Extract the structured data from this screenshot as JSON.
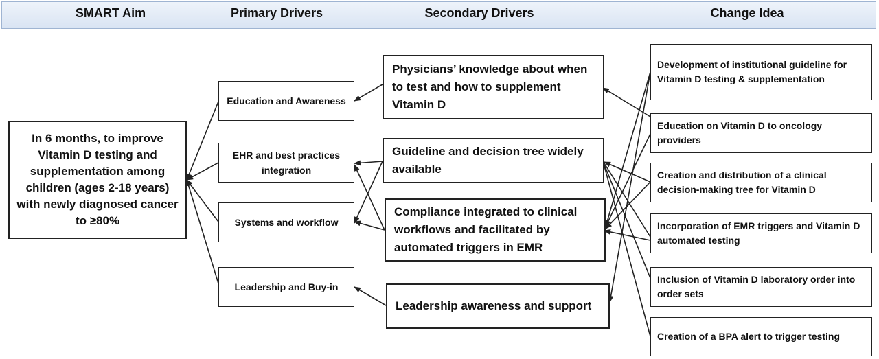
{
  "header": {
    "smart_aim": "SMART Aim",
    "primary_drivers": "Primary Drivers",
    "secondary_drivers": "Secondary Drivers",
    "change_idea": "Change Idea"
  },
  "smart_aim": {
    "text": "In 6 months, to improve Vitamin D testing and supplementation among children (ages 2-18 years) with newly diagnosed cancer to ≥80%"
  },
  "primary_drivers": [
    "Education and Awareness",
    "EHR and best practices integration",
    "Systems and workflow",
    "Leadership and Buy-in"
  ],
  "secondary_drivers": [
    "Physicians’ knowledge about when to test and how to supplement Vitamin D",
    "Guideline and decision tree widely available",
    "Compliance integrated to clinical workflows and facilitated by automated triggers in EMR",
    "Leadership awareness and support"
  ],
  "change_ideas": [
    "Development of institutional guideline for Vitamin D testing & supplementation",
    "Education on Vitamin D to oncology providers",
    "Creation and distribution of a clinical decision-making tree for Vitamin D",
    "Incorporation of EMR triggers and Vitamin D automated testing",
    "Inclusion of  Vitamin D laboratory order into order sets",
    "Creation of a BPA alert to trigger testing"
  ],
  "colors": {
    "header_bg": "#dde7f4",
    "line": "#222222",
    "box_border": "#222222"
  }
}
